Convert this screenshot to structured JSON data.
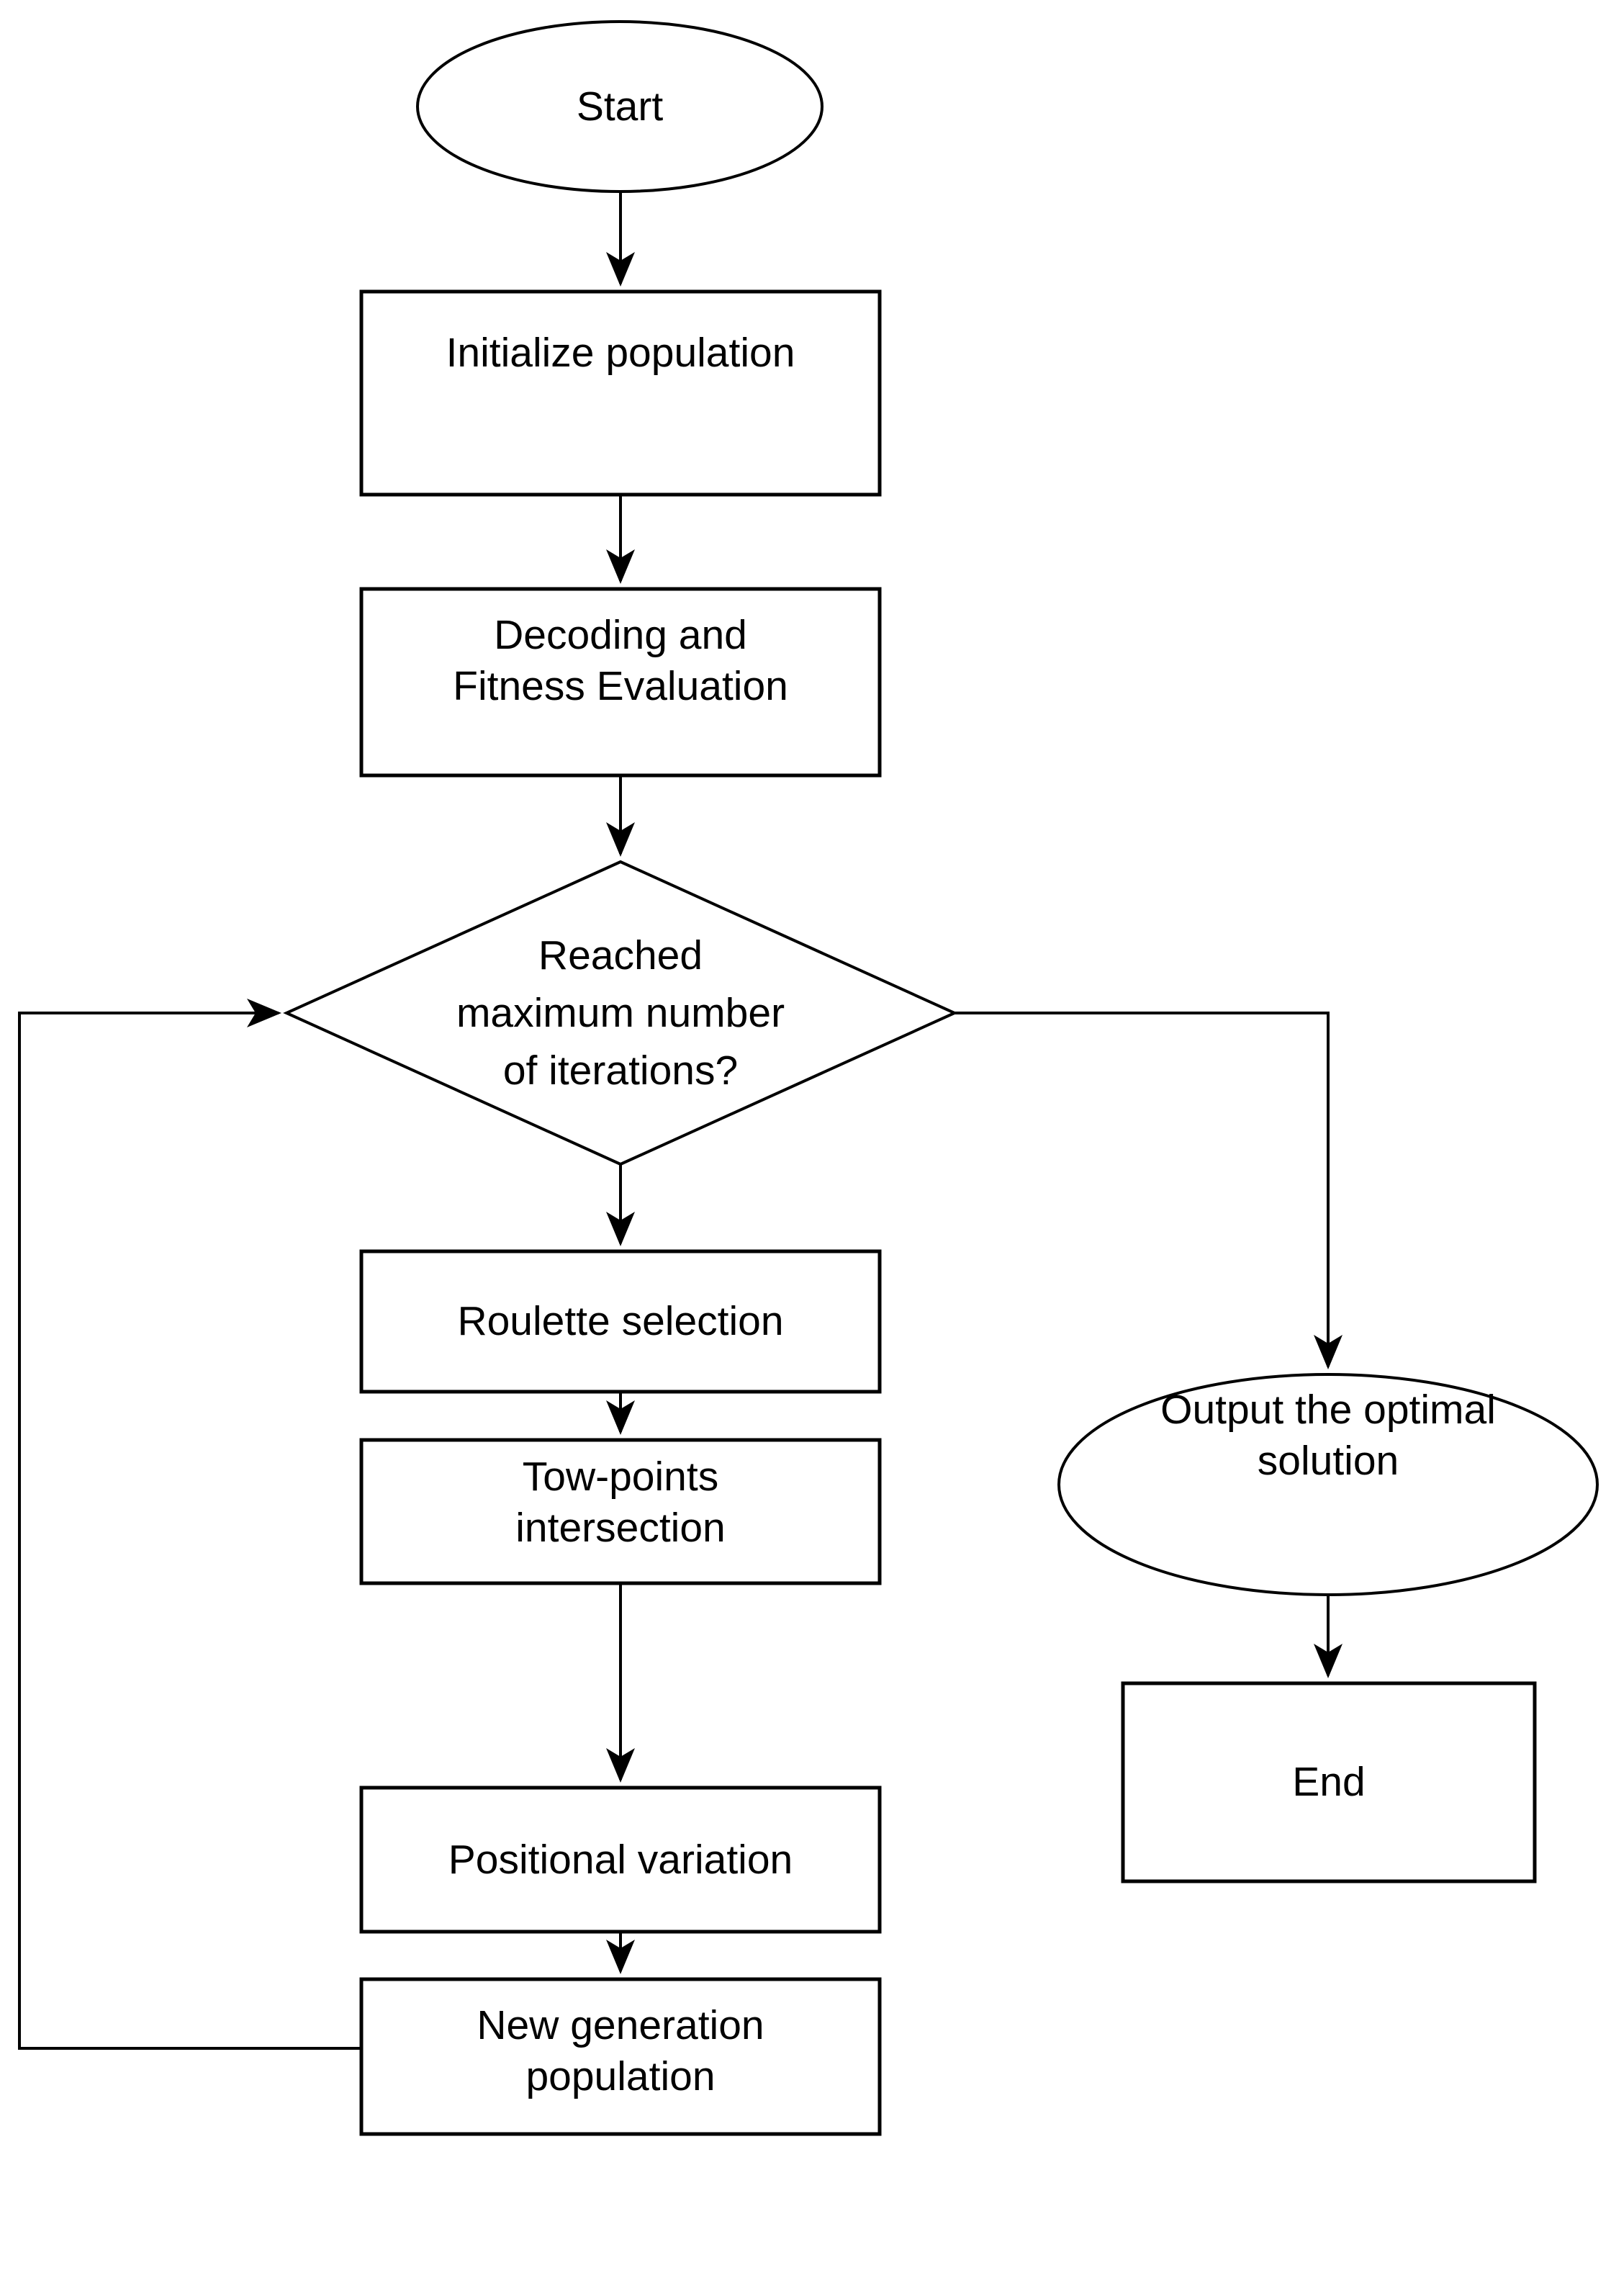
{
  "page": {
    "background_color": "#ffffff"
  },
  "diagram": {
    "type": "flowchart",
    "stroke_color": "#000000",
    "shape_fill_color": "#ffffff",
    "text_color": "#000000",
    "nodes": {
      "start": {
        "shape": "ellipse",
        "lines": [
          "Start"
        ]
      },
      "init": {
        "shape": "rectangle",
        "lines": [
          "Initialize population"
        ]
      },
      "decoding": {
        "shape": "rectangle",
        "lines": [
          "Decoding and",
          "Fitness Evaluation"
        ]
      },
      "iterations": {
        "shape": "diamond",
        "lines": [
          "Reached",
          "maximum number",
          "of iterations?"
        ]
      },
      "roulette": {
        "shape": "rectangle",
        "lines": [
          "Roulette selection"
        ]
      },
      "tow_points": {
        "shape": "rectangle",
        "lines": [
          "Tow-points",
          "intersection"
        ]
      },
      "positional": {
        "shape": "rectangle",
        "lines": [
          "Positional variation"
        ]
      },
      "new_generation": {
        "shape": "rectangle",
        "lines": [
          "New generation",
          "population"
        ]
      },
      "output": {
        "shape": "ellipse",
        "lines": [
          "Output the optimal",
          "solution"
        ]
      },
      "end": {
        "shape": "rectangle",
        "lines": [
          "End"
        ]
      }
    },
    "edges": [
      {
        "from": "start",
        "to": "init"
      },
      {
        "from": "init",
        "to": "decoding"
      },
      {
        "from": "decoding",
        "to": "iterations"
      },
      {
        "from": "iterations",
        "to": "roulette"
      },
      {
        "from": "roulette",
        "to": "tow_points"
      },
      {
        "from": "tow_points",
        "to": "positional"
      },
      {
        "from": "positional",
        "to": "new_generation"
      },
      {
        "from": "iterations",
        "to": "output"
      },
      {
        "from": "output",
        "to": "end"
      },
      {
        "from": "new_generation",
        "to": "iterations"
      }
    ]
  }
}
